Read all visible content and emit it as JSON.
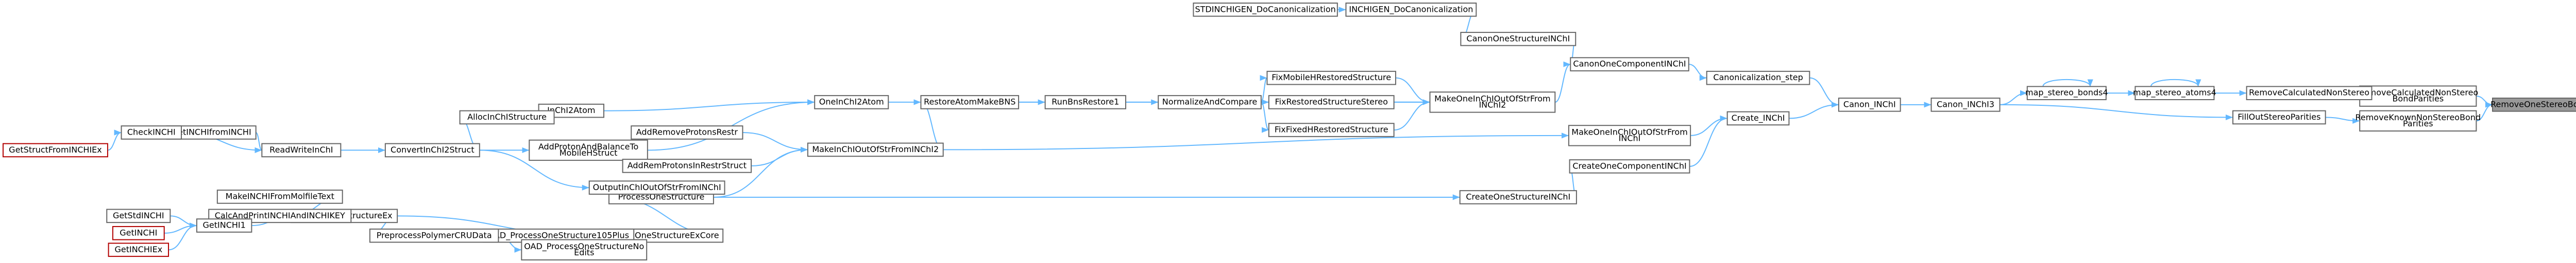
{
  "colors": {
    "edge": "#63b8ff",
    "node_border": "#666666",
    "external_border": "#b20000",
    "root_fill": "#999999",
    "background": "#ffffff"
  },
  "nodes": [
    {
      "id": "RemoveOneStereoBond",
      "label": "RemoveOneStereoBond",
      "style": "root"
    },
    {
      "id": "RemoveCalculatedNonStereoBondParities",
      "label": "RemoveCalculatedNonStereo BondParities",
      "style": "normal"
    },
    {
      "id": "RemoveKnownNonStereoBondParities",
      "label": "RemoveKnownNonStereoBond Parities",
      "style": "normal"
    },
    {
      "id": "RemoveCalculatedNonStereo",
      "label": "RemoveCalculatedNonStereo",
      "style": "normal"
    },
    {
      "id": "FillOutStereoParities",
      "label": "FillOutStereoParities",
      "style": "normal"
    },
    {
      "id": "map_stereo_atoms4",
      "label": "map_stereo_atoms4",
      "style": "normal"
    },
    {
      "id": "map_stereo_bonds4",
      "label": "map_stereo_bonds4",
      "style": "normal"
    },
    {
      "id": "Canon_INChI3",
      "label": "Canon_INChI3",
      "style": "normal"
    },
    {
      "id": "Canon_INChI",
      "label": "Canon_INChI",
      "style": "normal"
    },
    {
      "id": "Create_INChI",
      "label": "Create_INChI",
      "style": "normal"
    },
    {
      "id": "Canonicalization_step",
      "label": "Canonicalization_step",
      "style": "normal"
    },
    {
      "id": "CanonOneComponentINChI",
      "label": "CanonOneComponentINChI",
      "style": "normal"
    },
    {
      "id": "CanonOneStructureINChI",
      "label": "CanonOneStructureINChI",
      "style": "normal"
    },
    {
      "id": "INCHIGEN_DoCanonicalization",
      "label": "INCHIGEN_DoCanonicalization",
      "style": "normal"
    },
    {
      "id": "STDINCHIGEN_DoCanonicalization",
      "label": "STDINCHIGEN_DoCanonicalization",
      "style": "normal"
    },
    {
      "id": "MakeOneInChIOutOfStrFromINChI2",
      "label": "MakeOneInChIOutOfStrFrom INChI2",
      "style": "normal"
    },
    {
      "id": "MakeOneInChIOutOfStrFromINChI",
      "label": "MakeOneInChIOutOfStrFrom INChI",
      "style": "normal"
    },
    {
      "id": "CreateOneComponentINChI",
      "label": "CreateOneComponentINChI",
      "style": "normal"
    },
    {
      "id": "CreateOneStructureINChI",
      "label": "CreateOneStructureINChI",
      "style": "normal"
    },
    {
      "id": "FixMobileHRestoredStructure",
      "label": "FixMobileHRestoredStructure",
      "style": "normal"
    },
    {
      "id": "FixRestoredStructureStereo",
      "label": "FixRestoredStructureStereo",
      "style": "normal"
    },
    {
      "id": "FixFixedHRestoredStructure",
      "label": "FixFixedHRestoredStructure",
      "style": "normal"
    },
    {
      "id": "NormalizeAndCompare",
      "label": "NormalizeAndCompare",
      "style": "normal"
    },
    {
      "id": "RunBnsRestore1",
      "label": "RunBnsRestore1",
      "style": "normal"
    },
    {
      "id": "RestoreAtomMakeBNS",
      "label": "RestoreAtomMakeBNS",
      "style": "normal"
    },
    {
      "id": "OneInChI2Atom",
      "label": "OneInChI2Atom",
      "style": "normal"
    },
    {
      "id": "MakeInChIOutOfStrFromINChI2",
      "label": "MakeInChIOutOfStrFromINChI2",
      "style": "normal"
    },
    {
      "id": "ProcessOneStructure",
      "label": "ProcessOneStructure",
      "style": "normal"
    },
    {
      "id": "ProcessOneStructureExCore",
      "label": "ProcessOneStructureExCore",
      "style": "normal"
    },
    {
      "id": "InChI2Atom",
      "label": "InChI2Atom",
      "style": "normal"
    },
    {
      "id": "AddProtonAndBalanceToMobileHStruct",
      "label": "AddProtonAndBalanceTo MobileHStruct",
      "style": "normal"
    },
    {
      "id": "AddRemoveProtonsRestr",
      "label": "AddRemoveProtonsRestr",
      "style": "normal"
    },
    {
      "id": "AddRemProtonsInRestrStruct",
      "label": "AddRemProtonsInRestrStruct",
      "style": "normal"
    },
    {
      "id": "AllocInChIStructure",
      "label": "AllocInChIStructure",
      "style": "normal"
    },
    {
      "id": "OutputInChIOutOfStrFromINChI",
      "label": "OutputInChIOutOfStrFromINChI",
      "style": "normal"
    },
    {
      "id": "ConvertInChI2Struct",
      "label": "ConvertInChI2Struct",
      "style": "normal"
    },
    {
      "id": "ReadWriteInChI",
      "label": "ReadWriteInChI",
      "style": "normal"
    },
    {
      "id": "GetINCHIfromINCHI",
      "label": "GetINCHIfromINCHI",
      "style": "normal"
    },
    {
      "id": "CheckINCHI",
      "label": "CheckINCHI",
      "style": "normal"
    },
    {
      "id": "GetStructFromINCHIEx",
      "label": "GetStructFromINCHIEx",
      "style": "external"
    },
    {
      "id": "OAD_ProcessOneStructure105Plus",
      "label": "OAD_ProcessOneStructure105Plus",
      "style": "normal"
    },
    {
      "id": "OAD_ProcessOneStructureNoEdits",
      "label": "OAD_ProcessOneStructureNo Edits",
      "style": "normal"
    },
    {
      "id": "PreprocessPolymerCRUData",
      "label": "PreprocessPolymerCRUData",
      "style": "normal"
    },
    {
      "id": "ProcessOneStructureEx",
      "label": "ProcessOneStructureEx",
      "style": "normal"
    },
    {
      "id": "MakeINCHIFromMolfileText",
      "label": "MakeINCHIFromMolfileText",
      "style": "normal"
    },
    {
      "id": "CalcAndPrintINCHIAndINCHIKEY",
      "label": "CalcAndPrintINCHIAndINCHIKEY",
      "style": "normal"
    },
    {
      "id": "GetINCHI1",
      "label": "GetINCHI1",
      "style": "normal"
    },
    {
      "id": "GetStdINCHI",
      "label": "GetStdINCHI",
      "style": "normal"
    },
    {
      "id": "GetINCHI",
      "label": "GetINCHI",
      "style": "external"
    },
    {
      "id": "GetINCHIEx",
      "label": "GetINCHIEx",
      "style": "external"
    }
  ],
  "edges": [
    [
      "RemoveCalculatedNonStereoBondParities",
      "RemoveOneStereoBond"
    ],
    [
      "RemoveKnownNonStereoBondParities",
      "RemoveOneStereoBond"
    ],
    [
      "RemoveCalculatedNonStereo",
      "RemoveCalculatedNonStereoBondParities"
    ],
    [
      "FillOutStereoParities",
      "RemoveKnownNonStereoBondParities"
    ],
    [
      "map_stereo_atoms4",
      "RemoveCalculatedNonStereo"
    ],
    [
      "map_stereo_atoms4",
      "map_stereo_atoms4"
    ],
    [
      "map_stereo_bonds4",
      "map_stereo_atoms4"
    ],
    [
      "map_stereo_bonds4",
      "map_stereo_bonds4"
    ],
    [
      "Canon_INChI3",
      "map_stereo_bonds4"
    ],
    [
      "Canon_INChI3",
      "FillOutStereoParities"
    ],
    [
      "Canon_INChI",
      "Canon_INChI3"
    ],
    [
      "Create_INChI",
      "Canon_INChI"
    ],
    [
      "Canonicalization_step",
      "Canon_INChI"
    ],
    [
      "CanonOneComponentINChI",
      "Canonicalization_step"
    ],
    [
      "CanonOneStructureINChI",
      "CanonOneComponentINChI"
    ],
    [
      "INCHIGEN_DoCanonicalization",
      "CanonOneStructureINChI"
    ],
    [
      "STDINCHIGEN_DoCanonicalization",
      "INCHIGEN_DoCanonicalization"
    ],
    [
      "MakeOneInChIOutOfStrFromINChI2",
      "CanonOneComponentINChI"
    ],
    [
      "MakeOneInChIOutOfStrFromINChI",
      "Create_INChI"
    ],
    [
      "CreateOneComponentINChI",
      "Create_INChI"
    ],
    [
      "CreateOneStructureINChI",
      "CreateOneComponentINChI"
    ],
    [
      "ProcessOneStructure",
      "CreateOneStructureINChI"
    ],
    [
      "FixMobileHRestoredStructure",
      "MakeOneInChIOutOfStrFromINChI2"
    ],
    [
      "FixRestoredStructureStereo",
      "MakeOneInChIOutOfStrFromINChI2"
    ],
    [
      "FixFixedHRestoredStructure",
      "MakeOneInChIOutOfStrFromINChI2"
    ],
    [
      "NormalizeAndCompare",
      "MakeOneInChIOutOfStrFromINChI2"
    ],
    [
      "NormalizeAndCompare",
      "FixMobileHRestoredStructure"
    ],
    [
      "NormalizeAndCompare",
      "FixRestoredStructureStereo"
    ],
    [
      "NormalizeAndCompare",
      "FixFixedHRestoredStructure"
    ],
    [
      "RestoreAtomMakeBNS",
      "MakeOneInChIOutOfStrFromINChI2"
    ],
    [
      "MakeInChIOutOfStrFromINChI2",
      "MakeOneInChIOutOfStrFromINChI"
    ],
    [
      "RunBnsRestore1",
      "NormalizeAndCompare"
    ],
    [
      "RestoreAtomMakeBNS",
      "RunBnsRestore1"
    ],
    [
      "OneInChI2Atom",
      "RestoreAtomMakeBNS"
    ],
    [
      "MakeInChIOutOfStrFromINChI2",
      "RestoreAtomMakeBNS"
    ],
    [
      "InChI2Atom",
      "OneInChI2Atom"
    ],
    [
      "AddProtonAndBalanceToMobileHStruct",
      "OneInChI2Atom"
    ],
    [
      "AddRemoveProtonsRestr",
      "MakeInChIOutOfStrFromINChI2"
    ],
    [
      "AddRemProtonsInRestrStruct",
      "MakeInChIOutOfStrFromINChI2"
    ],
    [
      "AddProtonAndBalanceToMobileHStruct",
      "AddRemoveProtonsRestr"
    ],
    [
      "ProcessOneStructure",
      "MakeInChIOutOfStrFromINChI2"
    ],
    [
      "AllocInChIStructure",
      "InChI2Atom"
    ],
    [
      "ConvertInChI2Struct",
      "AllocInChIStructure"
    ],
    [
      "ConvertInChI2Struct",
      "AddProtonAndBalanceToMobileHStruct"
    ],
    [
      "ConvertInChI2Struct",
      "OutputInChIOutOfStrFromINChI"
    ],
    [
      "OutputInChIOutOfStrFromINChI",
      "ProcessOneStructure"
    ],
    [
      "ProcessOneStructureExCore",
      "ProcessOneStructure"
    ],
    [
      "ReadWriteInChI",
      "ConvertInChI2Struct"
    ],
    [
      "GetINCHIfromINCHI",
      "ReadWriteInChI"
    ],
    [
      "CheckINCHI",
      "GetINCHIfromINCHI"
    ],
    [
      "CheckINCHI",
      "ReadWriteInChI"
    ],
    [
      "GetStructFromINCHIEx",
      "CheckINCHI"
    ],
    [
      "OAD_ProcessOneStructure105Plus",
      "ProcessOneStructureExCore"
    ],
    [
      "OAD_ProcessOneStructureNoEdits",
      "ProcessOneStructureExCore"
    ],
    [
      "PreprocessPolymerCRUData",
      "OAD_ProcessOneStructure105Plus"
    ],
    [
      "PreprocessPolymerCRUData",
      "OAD_ProcessOneStructureNoEdits"
    ],
    [
      "ProcessOneStructureEx",
      "ProcessOneStructureExCore"
    ],
    [
      "ProcessOneStructureEx",
      "PreprocessPolymerCRUData"
    ],
    [
      "MakeINCHIFromMolfileText",
      "ProcessOneStructureEx"
    ],
    [
      "CalcAndPrintINCHIAndINCHIKEY",
      "ProcessOneStructureEx"
    ],
    [
      "GetINCHI1",
      "ProcessOneStructureEx"
    ],
    [
      "GetStdINCHI",
      "GetINCHI1"
    ],
    [
      "GetINCHI",
      "GetINCHI1"
    ],
    [
      "GetINCHIEx",
      "GetINCHI1"
    ]
  ]
}
